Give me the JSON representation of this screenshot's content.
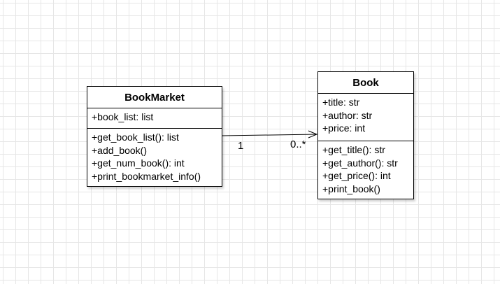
{
  "classes": {
    "bookmarket": {
      "name": "BookMarket",
      "attributes": [
        "+book_list: list"
      ],
      "methods": [
        "+get_book_list(): list",
        "+add_book()",
        "+get_num_book(): int",
        "+print_bookmarket_info()"
      ]
    },
    "book": {
      "name": "Book",
      "attributes": [
        "+title: str",
        "+author: str",
        "+price: int"
      ],
      "methods": [
        "+get_title(): str",
        "+get_author(): str",
        "+get_price(): int",
        "+print_book()"
      ]
    }
  },
  "association": {
    "source_multiplicity": "1",
    "target_multiplicity": "0..*"
  },
  "colors": {
    "line": "#000000",
    "grid": "#e6e6e6",
    "background": "#ffffff"
  },
  "icons": {
    "arrowhead": "open-arrowhead"
  }
}
